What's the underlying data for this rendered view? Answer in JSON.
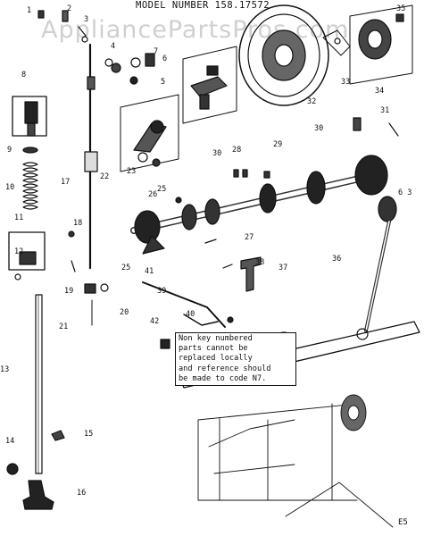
{
  "header": {
    "model_label": "MODEL NUMBER 158.17572"
  },
  "watermark": {
    "text": "AppliancePartsPros.com"
  },
  "note": {
    "lines": [
      "Non key numbered",
      "parts cannot be",
      "replaced locally",
      "and reference should",
      "be made to code N7."
    ]
  },
  "corner_code": "E5",
  "callouts": [
    {
      "id": "1",
      "label": "1"
    },
    {
      "id": "2",
      "label": "2"
    },
    {
      "id": "3",
      "label": "3"
    },
    {
      "id": "4",
      "label": "4"
    },
    {
      "id": "5",
      "label": "5"
    },
    {
      "id": "6",
      "label": "6"
    },
    {
      "id": "7",
      "label": "7"
    },
    {
      "id": "8",
      "label": "8"
    },
    {
      "id": "9",
      "label": "9"
    },
    {
      "id": "10",
      "label": "10"
    },
    {
      "id": "11",
      "label": "11"
    },
    {
      "id": "12",
      "label": "12"
    },
    {
      "id": "13",
      "label": "13"
    },
    {
      "id": "14",
      "label": "14"
    },
    {
      "id": "15",
      "label": "15"
    },
    {
      "id": "16",
      "label": "16"
    },
    {
      "id": "17",
      "label": "17"
    },
    {
      "id": "18",
      "label": "18"
    },
    {
      "id": "19",
      "label": "19"
    },
    {
      "id": "20",
      "label": "20"
    },
    {
      "id": "21",
      "label": "21"
    },
    {
      "id": "22",
      "label": "22"
    },
    {
      "id": "23",
      "label": "23"
    },
    {
      "id": "25a",
      "label": "25"
    },
    {
      "id": "25b",
      "label": "25"
    },
    {
      "id": "26",
      "label": "26"
    },
    {
      "id": "27",
      "label": "27"
    },
    {
      "id": "28",
      "label": "28"
    },
    {
      "id": "29",
      "label": "29"
    },
    {
      "id": "30a",
      "label": "30"
    },
    {
      "id": "30b",
      "label": "30"
    },
    {
      "id": "31",
      "label": "31"
    },
    {
      "id": "32",
      "label": "32"
    },
    {
      "id": "33",
      "label": "33"
    },
    {
      "id": "34",
      "label": "34"
    },
    {
      "id": "35",
      "label": "35"
    },
    {
      "id": "36",
      "label": "36"
    },
    {
      "id": "37",
      "label": "37"
    },
    {
      "id": "38",
      "label": "38"
    },
    {
      "id": "39",
      "label": "39"
    },
    {
      "id": "40",
      "label": "40"
    },
    {
      "id": "41",
      "label": "41"
    },
    {
      "id": "42",
      "label": "42"
    },
    {
      "id": "63",
      "label": "6 3"
    }
  ]
}
